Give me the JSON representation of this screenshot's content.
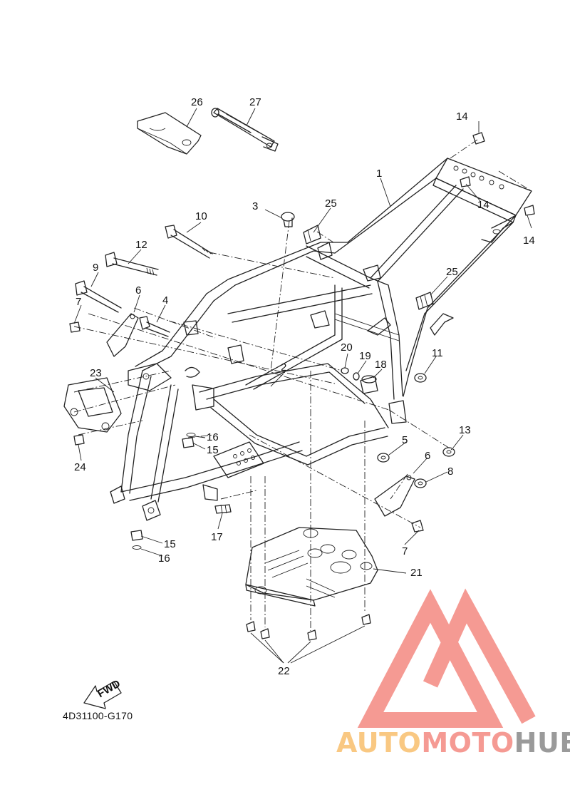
{
  "diagram_code": "4D31100-G170",
  "fwd_label": "FWD",
  "watermark": {
    "part1": "AUTO",
    "part2": "MOTO",
    "part3": "HUB"
  },
  "colors": {
    "line": "#222222",
    "watermark_red": "#f59a93",
    "watermark_orange": "#f9c882",
    "watermark_gray": "#9a9a9a"
  },
  "callouts": [
    {
      "id": "c26",
      "text": "26"
    },
    {
      "id": "c27",
      "text": "27"
    },
    {
      "id": "c14a",
      "text": "14"
    },
    {
      "id": "c14b",
      "text": "14"
    },
    {
      "id": "c14c",
      "text": "14"
    },
    {
      "id": "c1",
      "text": "1"
    },
    {
      "id": "c3",
      "text": "3"
    },
    {
      "id": "c25a",
      "text": "25"
    },
    {
      "id": "c25b",
      "text": "25"
    },
    {
      "id": "c10",
      "text": "10"
    },
    {
      "id": "c12",
      "text": "12"
    },
    {
      "id": "c9",
      "text": "9"
    },
    {
      "id": "c6a",
      "text": "6"
    },
    {
      "id": "c4",
      "text": "4"
    },
    {
      "id": "c7a",
      "text": "7"
    },
    {
      "id": "c20",
      "text": "20"
    },
    {
      "id": "c19",
      "text": "19"
    },
    {
      "id": "c18",
      "text": "18"
    },
    {
      "id": "c11",
      "text": "11"
    },
    {
      "id": "c2",
      "text": "2"
    },
    {
      "id": "c23",
      "text": "23"
    },
    {
      "id": "c16a",
      "text": "16"
    },
    {
      "id": "c15a",
      "text": "15"
    },
    {
      "id": "c5",
      "text": "5"
    },
    {
      "id": "c13",
      "text": "13"
    },
    {
      "id": "c6b",
      "text": "6"
    },
    {
      "id": "c8",
      "text": "8"
    },
    {
      "id": "c24",
      "text": "24"
    },
    {
      "id": "c17",
      "text": "17"
    },
    {
      "id": "c15b",
      "text": "15"
    },
    {
      "id": "c16b",
      "text": "16"
    },
    {
      "id": "c7b",
      "text": "7"
    },
    {
      "id": "c21",
      "text": "21"
    },
    {
      "id": "c22",
      "text": "22"
    }
  ]
}
